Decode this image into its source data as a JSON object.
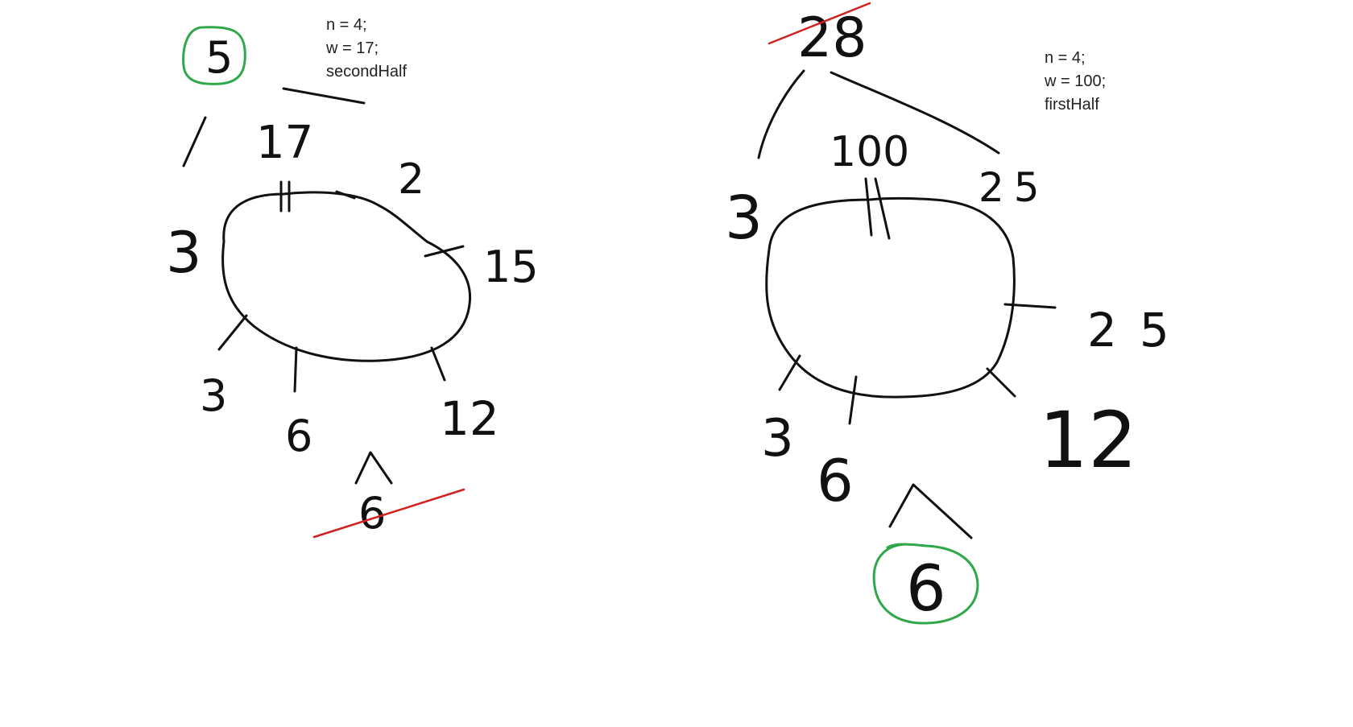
{
  "colors": {
    "ink": "#111111",
    "strike": "#d32020",
    "circle": "#2ea84a",
    "background": "#ffffff"
  },
  "left_diagram": {
    "notes": [
      "n = 4;",
      "w = 17;",
      "secondHalf"
    ],
    "result": "5",
    "top_edge_weight": "17",
    "edge_labels": [
      "2",
      "15",
      "12",
      "6",
      "3",
      "3"
    ],
    "bottom_value_struck": "6"
  },
  "right_diagram": {
    "notes": [
      "n = 4;",
      "w = 100;",
      "firstHalf"
    ],
    "top_value_struck": "28",
    "top_edge_weight": "100",
    "edge_labels": [
      "25",
      "25",
      "12",
      "6",
      "3",
      "3"
    ],
    "result": "6"
  }
}
